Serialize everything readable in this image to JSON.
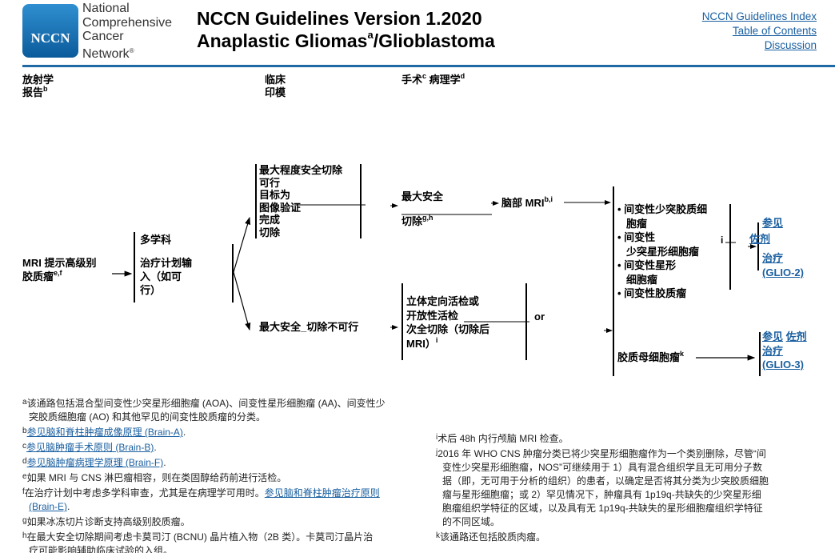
{
  "header": {
    "logo_text": "NCCN",
    "org_lines": [
      "National",
      "Comprehensive",
      "Cancer",
      "Network"
    ],
    "title_line1": "NCCN Guidelines Version 1.2020",
    "title_line2_a": "Anaplastic Gliomas",
    "title_sup": "a",
    "title_line2_b": "/Glioblastoma",
    "links": [
      "NCCN Guidelines Index",
      "Table of Contents",
      "Discussion"
    ],
    "rule_color": "#1f6aa5"
  },
  "columns": {
    "radiology": [
      "放射学",
      "报告"
    ],
    "radiology_sup": "b",
    "clinical": [
      "临床",
      "印模"
    ],
    "surgery": "手术",
    "surgery_sup": "c",
    "pathology": "病理学",
    "pathology_sup": "d"
  },
  "flow": {
    "start": [
      "MRI 提示高级别",
      "胶质瘤"
    ],
    "start_sup": "e,f",
    "mdt": [
      "多学科",
      "治疗计划输",
      "入（如可",
      "行）"
    ],
    "feasible": [
      "最大程度安全切除",
      "可行",
      "目标为",
      "图像验证",
      "完成",
      "切除"
    ],
    "max_safe": "最大安全",
    "resection": "切除",
    "resection_sup": "g,h",
    "brain_mri": "脑部 MRI",
    "brain_mri_sup": "b,i",
    "not_feasible": "最大安全_切除不可行",
    "biopsy": [
      "立体定向活检或",
      "开放性活检",
      "次全切除（切除后",
      "MRI）"
    ],
    "biopsy_sup": "i",
    "or": "or",
    "diagnoses": [
      "间变性少突胶质细",
      "胞瘤",
      "间变性",
      "少突星形细胞瘤",
      "间变性星形",
      "细胞瘤",
      "间变性胶质瘤"
    ],
    "i_mark": "i",
    "glio2": [
      "参见",
      "佐剂",
      "治疗",
      "(GLIO-2)"
    ],
    "gbm": "胶质母细胞瘤",
    "gbm_sup": "k",
    "glio3": [
      "参见",
      "佐剂",
      "治疗",
      "(GLIO-3)"
    ]
  },
  "footnotes_left": [
    {
      "k": "a",
      "t": "该通路包括混合型间变性少突星形细胞瘤 (AOA)、间变性星形细胞瘤 (AA)、间变性少"
    },
    {
      "k": "",
      "t": "突胶质细胞瘤 (AO) 和其他罕见的间变性胶质瘤的分类。"
    },
    {
      "k": "b",
      "link": "参见脑和脊柱肿瘤成像原理 (Brain-A)",
      "t": "."
    },
    {
      "k": "c",
      "link": "参见脑肿瘤手术原则 (Brain-B)",
      "t": "."
    },
    {
      "k": "d",
      "link": "参见脑肿瘤病理学原理 (Brain-F)",
      "t": "."
    },
    {
      "k": "e",
      "t": "如果 MRI 与 CNS 淋巴瘤相容，则在类固醇给药前进行活检。"
    },
    {
      "k": "f",
      "t": "在治疗计划中考虑多学科审查，尤其是在病理学可用时。",
      "link2": "参见脑和脊柱肿瘤治疗原则"
    },
    {
      "k": "",
      "link": "(Brain-E)",
      "t": "."
    },
    {
      "k": "g",
      "t": "如果冰冻切片诊断支持高级别胶质瘤。"
    },
    {
      "k": "h",
      "t": "在最大安全切除期间考虑卡莫司汀 (BCNU) 晶片植入物（2B 类）。卡莫司汀晶片治"
    },
    {
      "k": "",
      "t": "疗可能影响辅助临床试验的入组。"
    }
  ],
  "footnotes_right": [
    {
      "k": "i",
      "t": "术后 48h 内行颅脑 MRI 检查。"
    },
    {
      "k": "j",
      "t": "2016 年 WHO CNS 肿瘤分类已将少突星形细胞瘤作为一个类别删除，尽管“间"
    },
    {
      "k": "",
      "t": "变性少突星形细胞瘤，NOS”可继续用于 1）具有混合组织学且无可用分子数"
    },
    {
      "k": "",
      "t": "据（即，无可用于分析的组织）的患者，以确定是否将其分类为少突胶质细胞"
    },
    {
      "k": "",
      "t": "瘤与星形细胞瘤；或 2）罕见情况下，肿瘤具有 1p19q-共缺失的少突星形细"
    },
    {
      "k": "",
      "t": "胞瘤组织学特征的区域，以及具有无 1p19q-共缺失的星形细胞瘤组织学特征"
    },
    {
      "k": "",
      "t": "的不同区域。"
    },
    {
      "k": "k",
      "t": "该通路还包括胶质肉瘤。"
    }
  ]
}
